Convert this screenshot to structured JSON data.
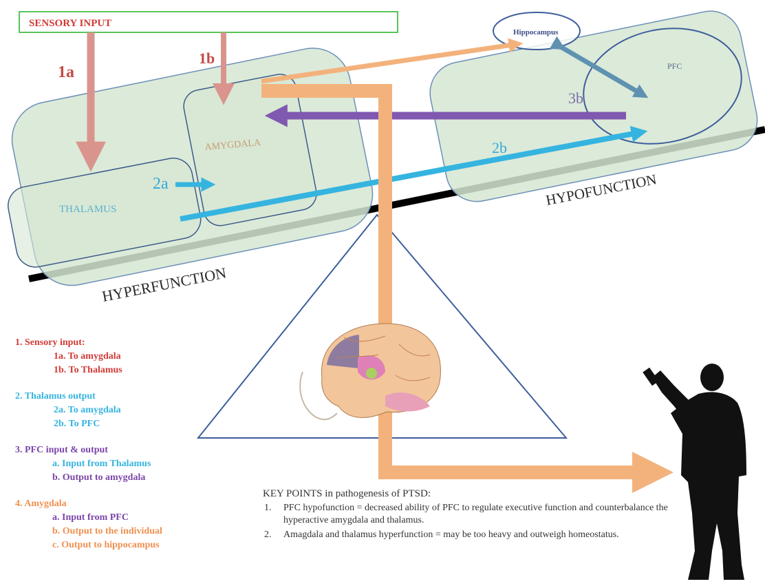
{
  "diagram": {
    "sensory_input": "SENSORY INPUT",
    "thalamus": "THALAMUS",
    "amygdala": "AMYGDALA",
    "hippocampus": "Hippocampus",
    "pfc": "PFC",
    "label_1a": "1a",
    "label_1b": "1b",
    "label_2a": "2a",
    "label_2b": "2b",
    "label_3b": "3b",
    "hyperfunction": "HYPERFUNCTION",
    "hypofunction": "HYPOFUNCTION"
  },
  "legend": {
    "g1": {
      "title": "1.  Sensory input:",
      "a": "1a. To amygdala",
      "b": "1b. To Thalamus"
    },
    "g2": {
      "title": "2.  Thalamus output",
      "a": "2a. To amygdala",
      "b": "2b. To PFC"
    },
    "g3": {
      "title": "3.  PFC input & output",
      "a": "a.  Input from Thalamus",
      "b": "b.  Output to amygdala"
    },
    "g4": {
      "title": "4.  Amygdala",
      "a": "a.  Input from PFC",
      "b": "b.  Output to the individual",
      "c": "c.  Output to hippocampus"
    }
  },
  "key_points": {
    "title": "KEY POINTS in pathogenesis of PTSD:",
    "items": [
      {
        "num": "1.",
        "text": "PFC hypofunction = decreased ability of PFC to regulate executive function and counterbalance the hyperactive amygdala and thalamus."
      },
      {
        "num": "2.",
        "text": "Amagdala and thalamus hyperfunction = may be too heavy and outweigh homeostatus."
      }
    ]
  },
  "colors": {
    "box_fill": "#d6e6d2",
    "box_stroke": "#6b8fb8",
    "sensory": "#c8504a",
    "thalamus": "#3fb0d8",
    "pfc": "#7b45a8",
    "amygdala": "#f0a060"
  },
  "icons": [
    "brain-illustration",
    "soldier-silhouette"
  ]
}
